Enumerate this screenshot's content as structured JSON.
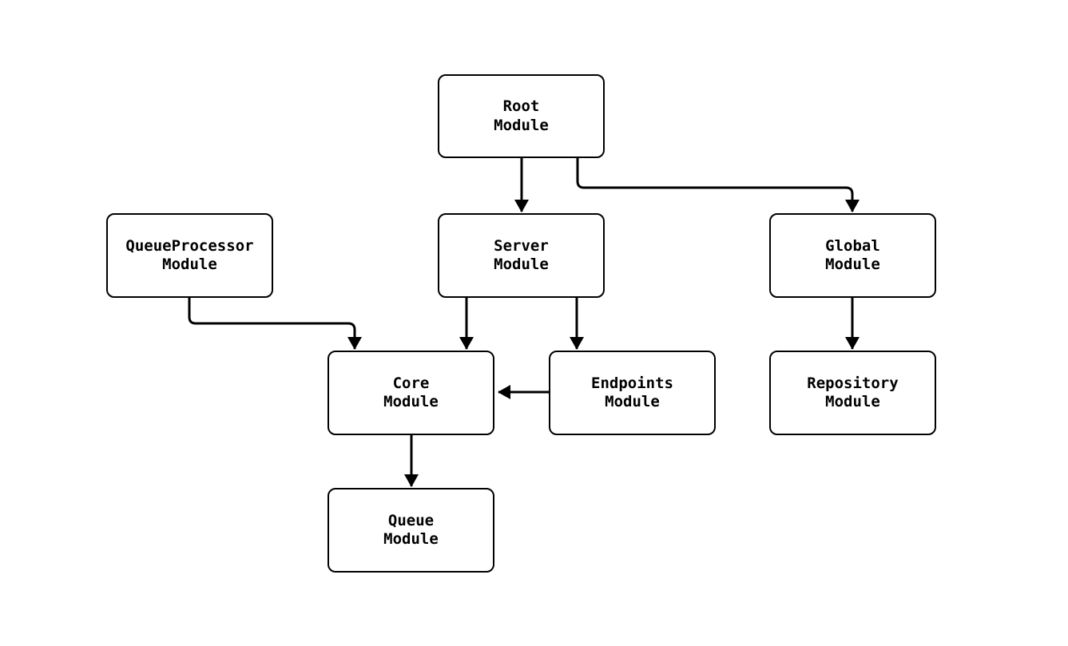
{
  "diagram": {
    "type": "flowchart",
    "theme": {
      "background": "#ffffff",
      "node-fill": "#ffffff",
      "node-border": "#000000",
      "node-text": "#000000",
      "edge-color": "#000000"
    },
    "nodes": {
      "root": {
        "label": "Root\nModule"
      },
      "queue_processor": {
        "label": "QueueProcessor\nModule"
      },
      "server": {
        "label": "Server\nModule"
      },
      "global": {
        "label": "Global\nModule"
      },
      "core": {
        "label": "Core\nModule"
      },
      "endpoints": {
        "label": "Endpoints\nModule"
      },
      "repository": {
        "label": "Repository\nModule"
      },
      "queue": {
        "label": "Queue\nModule"
      }
    },
    "edges": [
      {
        "from": "Root Module",
        "to": "Server Module"
      },
      {
        "from": "Root Module",
        "to": "Global Module"
      },
      {
        "from": "QueueProcessor Module",
        "to": "Core Module"
      },
      {
        "from": "Server Module",
        "to": "Core Module"
      },
      {
        "from": "Server Module",
        "to": "Endpoints Module"
      },
      {
        "from": "Endpoints Module",
        "to": "Core Module"
      },
      {
        "from": "Global Module",
        "to": "Repository Module"
      },
      {
        "from": "Core Module",
        "to": "Queue Module"
      }
    ]
  }
}
